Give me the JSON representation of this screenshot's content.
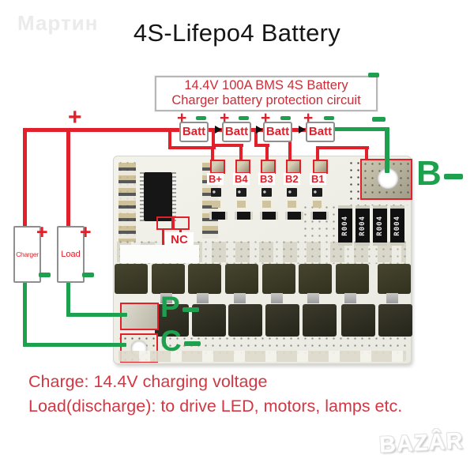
{
  "watermarks": {
    "seller": "Мартин",
    "site": "BAZÂR"
  },
  "title": "4S-Lifepo4 Battery",
  "info_box": {
    "line1": "14.4V 100A BMS 4S Battery",
    "line2": "Charger battery protection circuit"
  },
  "schematic": {
    "plus": "+",
    "batt_label": "Batt",
    "charger_label": "Charger",
    "load_label": "Load",
    "pad_labels": [
      "B+",
      "B4",
      "B3",
      "B2",
      "B1"
    ],
    "nc_label": "NC",
    "terminal_b": "B",
    "terminal_p": "P",
    "terminal_c": "C",
    "resistor_label": "R004",
    "colors": {
      "wire_red": "#e0202b",
      "wire_green": "#1ea14e",
      "text_red": "#d13843"
    }
  },
  "footer": {
    "line1": "Charge: 14.4V charging voltage",
    "line2": "Load(discharge): to drive LED, motors, lamps etc."
  }
}
